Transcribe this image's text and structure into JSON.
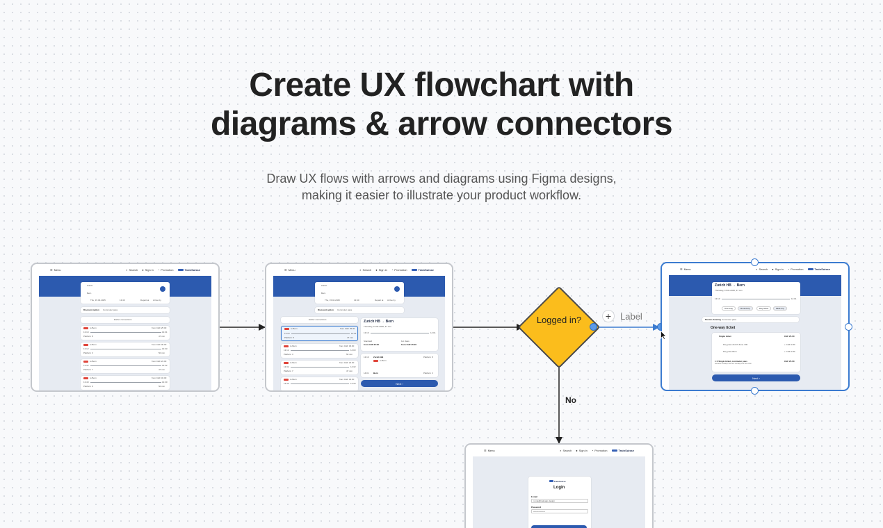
{
  "hero": {
    "title_line1": "Create UX flowchart with",
    "title_line2": "diagrams & arrow connectors",
    "subtitle_line1": "Draw UX flows with arrows and diagrams using Figma designs,",
    "subtitle_line2": "making it easier to illustrate your product workflow."
  },
  "nav": {
    "menu": "Menu",
    "search": "Search",
    "signin": "Sign in",
    "promotion": "Promotion",
    "brand": "TrainSuisse"
  },
  "screen1": {
    "from": "Zurich",
    "to": "Bern",
    "date": "Thu, 15.04.2025",
    "time": "13:40",
    "depart": "Depart at",
    "arrive": "Arrive by",
    "discount_label": "Discount option",
    "discount_value": "Commuter pass",
    "earlier": "Earlier connections",
    "connections": [
      {
        "to": "to Bern",
        "price": "from CHF 25.00",
        "dep": "13:10",
        "arr": "14:01",
        "platform": "Platform 8",
        "dur": "47 min"
      },
      {
        "to": "to Bern",
        "price": "from CHF 30.00",
        "dep": "13:12",
        "arr": "14:03",
        "platform": "Platform 3",
        "dur": "50 min"
      },
      {
        "to": "to Bern",
        "price": "from CHF 22.00",
        "dep": "13:32",
        "arr": "14:32",
        "platform": "Platform 7",
        "dur": "47 min"
      },
      {
        "to": "to Bern",
        "price": "from CHF 32.00",
        "dep": "13:40",
        "arr": "14:30",
        "platform": "Platform 9",
        "dur": "50 min"
      }
    ]
  },
  "screen2": {
    "detail_title": "Zurich HB → Bern",
    "detail_sub": "Thursday, 15.04.2025, 47 min",
    "dep": "13:10",
    "arr": "14:01",
    "standard_label": "Standard",
    "standard_price": "from CHF 25.00",
    "first_label": "1st class",
    "first_price": "from CHF 35.00",
    "leg_from": "Zurich HB",
    "leg_to": "Bern",
    "platform_a": "Platform 8",
    "platform_b": "Platform 3",
    "next": "Next"
  },
  "screen3": {
    "title": "Zurich HB → Bern",
    "sub": "Thursday, 15.04.2025, 47 min",
    "dep": "13:10",
    "arr": "14:01",
    "tabs": [
      "One-way",
      "Round trip",
      "Day ticket",
      "Multi-trip"
    ],
    "traveller_label": "Nicolas Jeannig",
    "traveller_value": "Commuter pass",
    "ticket_heading": "One-way ticket",
    "single": "Single ticket",
    "single_price": "CHF 25.00",
    "opt1": "Day pass Zurich Zone 100",
    "opt1_price": "+ CHF 0.80",
    "opt2": "Day pass Bern",
    "opt2_price": "+ CHF 0.80",
    "total_label": "1 X Single ticket, commuter pass",
    "total_sub": "Valid from Thursday 15.04.2025 to Friday 16.04.2025 03:00",
    "total_price": "CHF 25.00",
    "next": "Next"
  },
  "screen4": {
    "brand": "TrainSuisse",
    "heading": "Login",
    "email_label": "E-mail",
    "email_value": "n.mia@trainapp.design",
    "password_label": "Password",
    "password_value": "••••••••••••••••"
  },
  "flow": {
    "decision": "Logged in?",
    "label": "Label",
    "plus": "+",
    "no": "No"
  },
  "colors": {
    "brand_blue": "#2c5aaf",
    "decision_yellow": "#fbbd1c",
    "selection_blue": "#3b7bd0",
    "badge_red": "#e0453b"
  }
}
